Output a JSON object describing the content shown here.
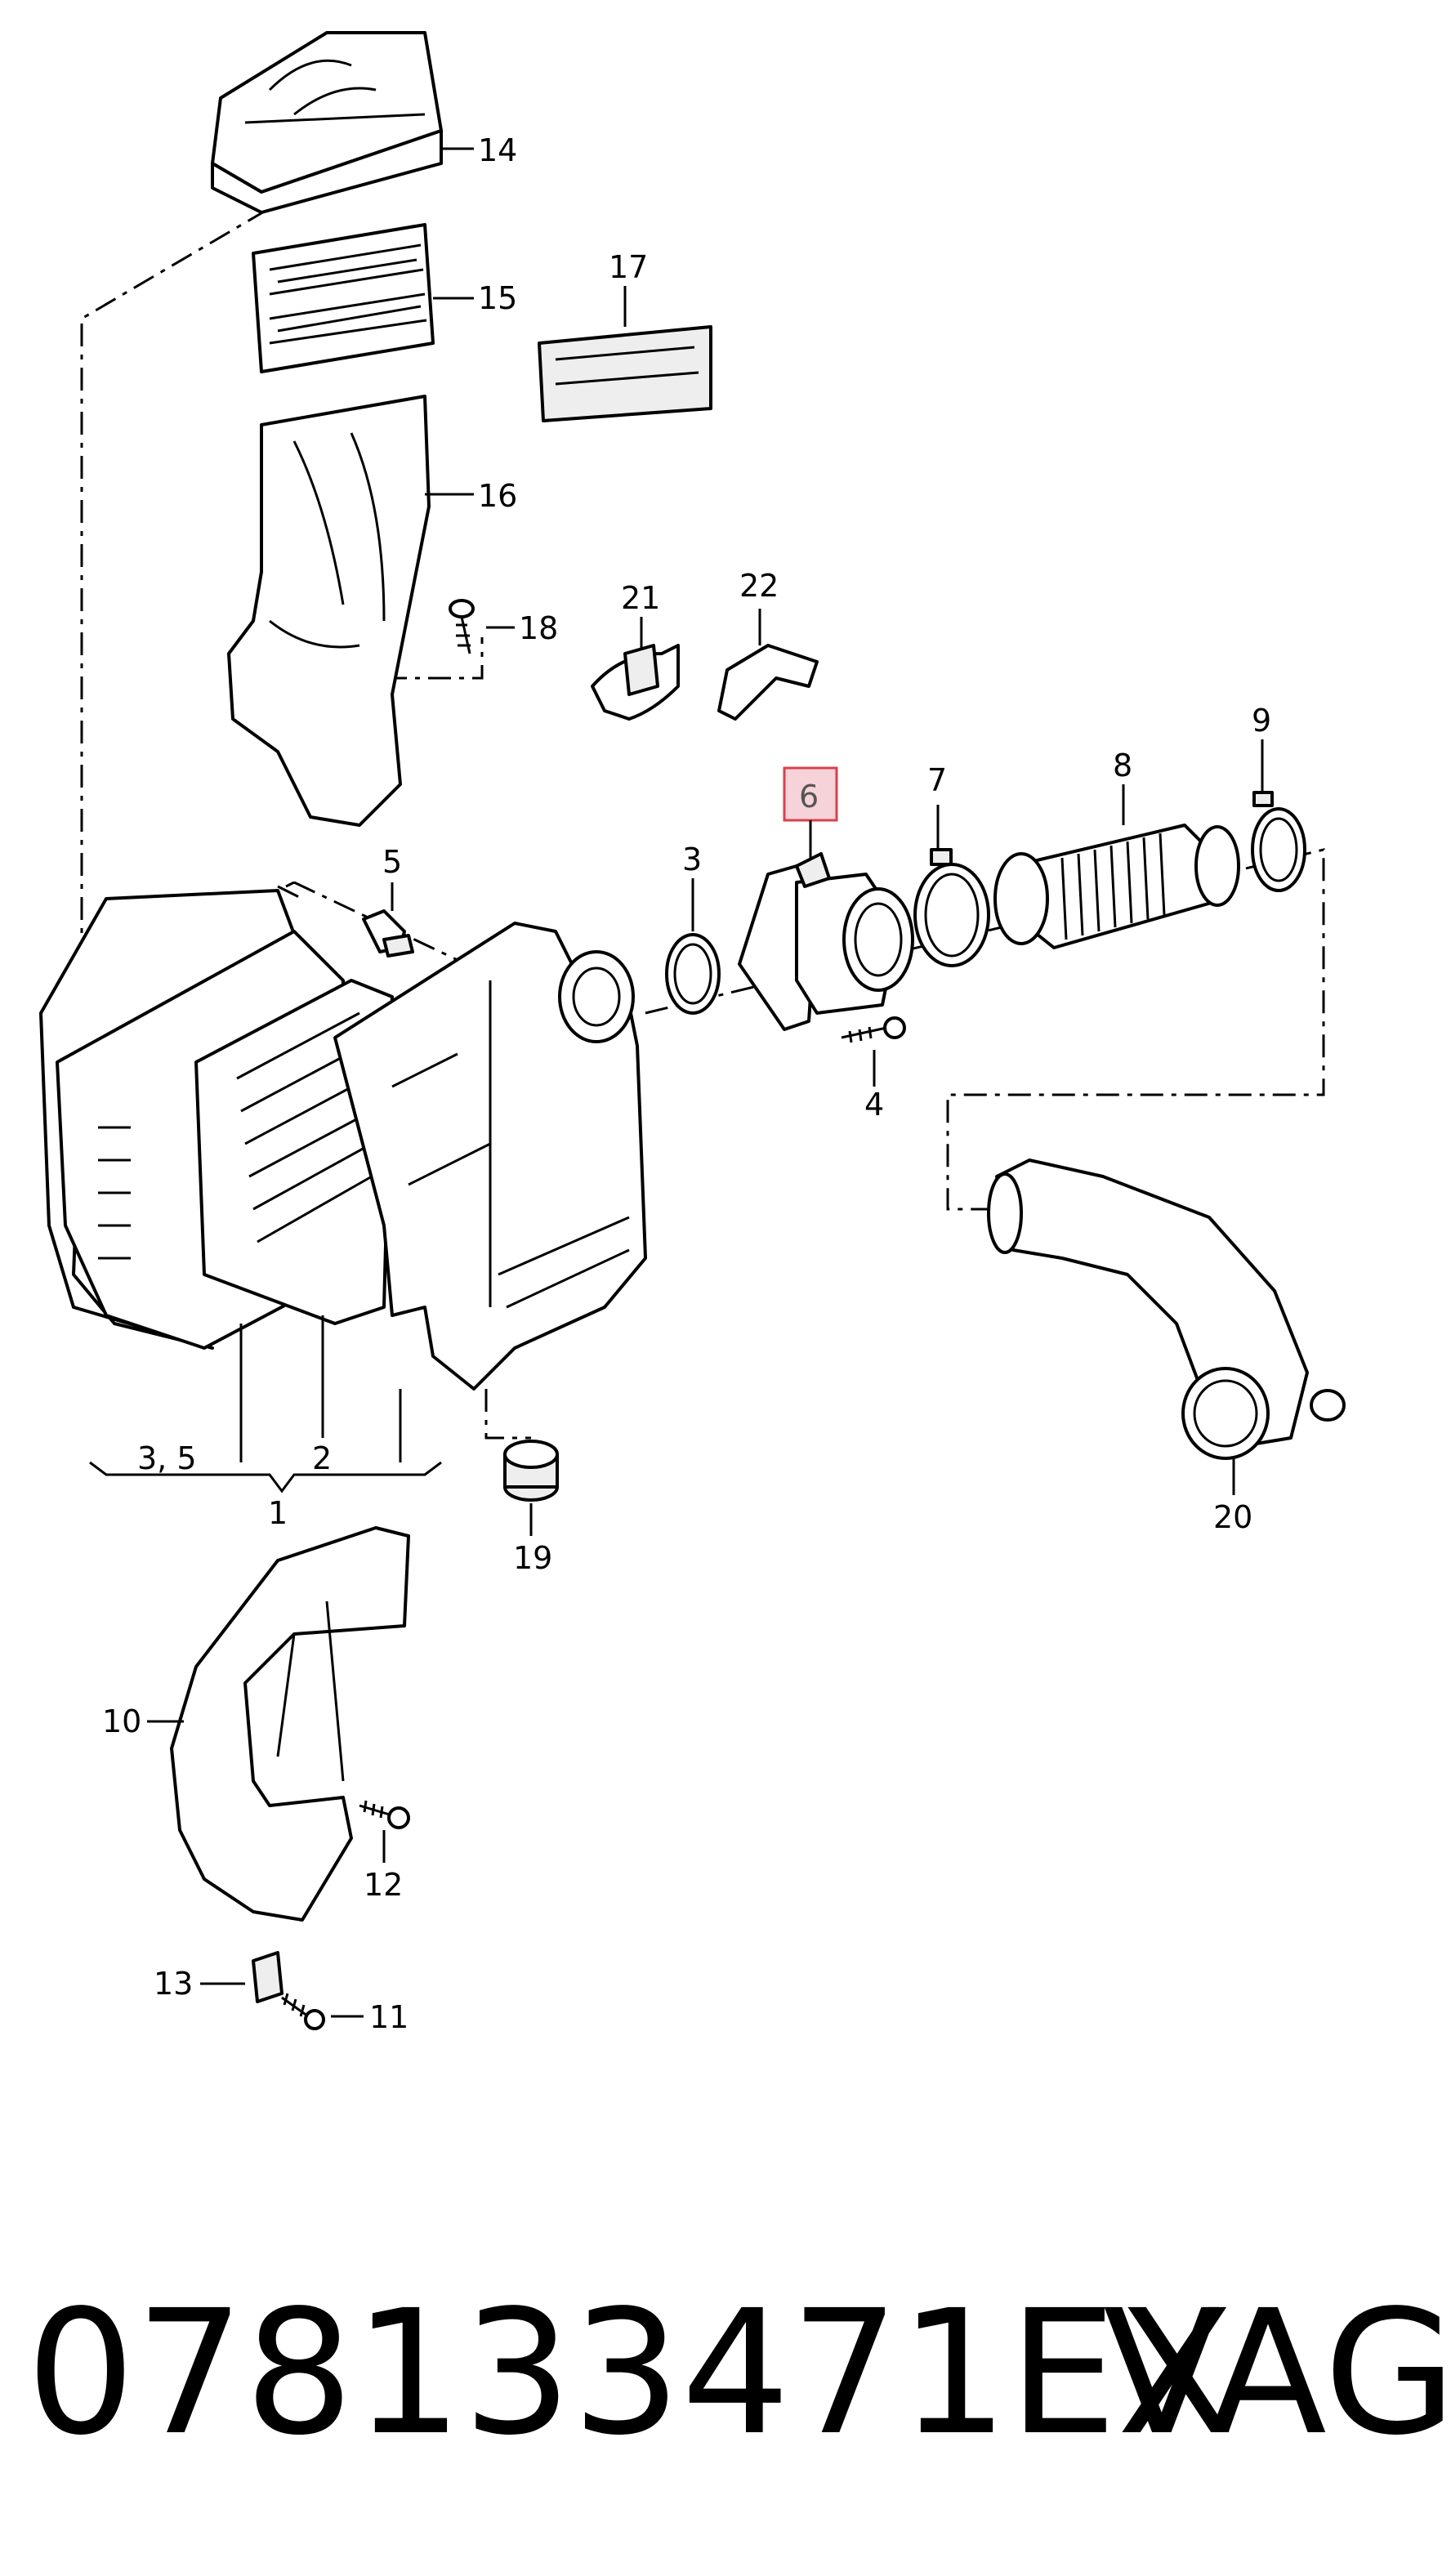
{
  "diagram": {
    "callouts": {
      "c1": "1",
      "c2": "2",
      "c3": "3",
      "c35": "3, 5",
      "c4": "4",
      "c5": "5",
      "c6": "6",
      "c7": "7",
      "c8": "8",
      "c9": "9",
      "c10": "10",
      "c11": "11",
      "c12": "12",
      "c13": "13",
      "c14": "14",
      "c15": "15",
      "c16": "16",
      "c17": "17",
      "c18": "18",
      "c19": "19",
      "c20": "20",
      "c21": "21",
      "c22": "22"
    },
    "highlighted_callout": "6",
    "highlight_color": "#f6d3d8",
    "highlight_border": "#d9404e"
  },
  "footer": {
    "part_number": "078133471EX",
    "brand": "VAG"
  }
}
